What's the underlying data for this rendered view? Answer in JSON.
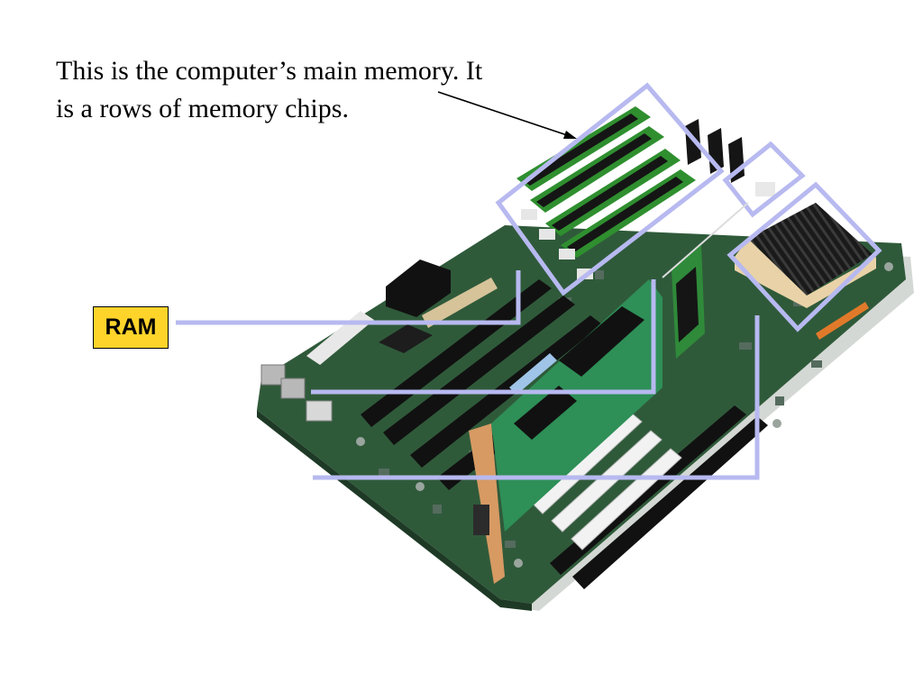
{
  "caption": "This is the computer’s main memory. It\nis a rows of memory chips.",
  "callout_label": "RAM",
  "colors": {
    "callout_fill": "#ffd42a",
    "highlight_outline": "#b7b9f0",
    "board_green": "#2f5a3a",
    "ram_green": "#2f8f2f",
    "chip_black": "#151515"
  },
  "icons": [
    "motherboard-image",
    "arrow-icon"
  ]
}
